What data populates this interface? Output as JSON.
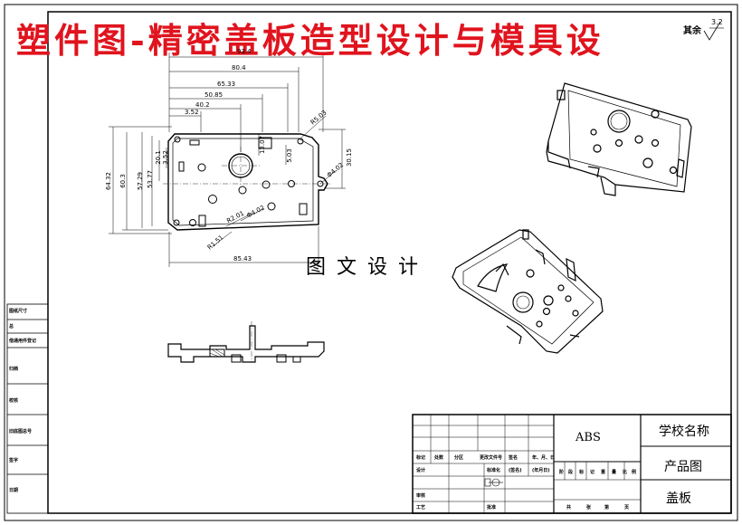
{
  "banner": {
    "title": "塑件图-精密盖板造型设计与模具设",
    "color": "#e0141e"
  },
  "watermark": "图文设计",
  "roughness": {
    "prefix": "其余",
    "value": "3.2"
  },
  "dimensions": {
    "top_overall": "93.4",
    "d80": "80.4",
    "d65": "65.33",
    "d50": "50.85",
    "d40": "40.2",
    "d3": "3.52",
    "left1": "64.32",
    "left2": "60.3",
    "left3": "57.29",
    "left4": "53.77",
    "left5": "20.1",
    "left6": "3.52",
    "h1": "13.07",
    "h2": "5.03",
    "r1": "R2.01",
    "hole": "Φ4.02",
    "r2": "R1.51",
    "right1": "30.15",
    "hole2": "Φ4.02",
    "r3": "R5.03",
    "bottom": "85.43"
  },
  "left_strip": [
    "图纸尺寸",
    "总",
    "借通用件登记",
    "归档",
    "校核",
    "旧底图总号",
    "签字",
    "日期"
  ],
  "title_block": {
    "material": "ABS",
    "school": "学校名称",
    "product_drawing": "产品图",
    "part_name": "盖板",
    "headers": [
      "标记",
      "处数",
      "分区",
      "更改文件号",
      "签名",
      "年、月、日"
    ],
    "design": "设计",
    "standardization": "标准化",
    "sign": "(签名)",
    "date": "(年月日)",
    "stage_headers": [
      "阶",
      "段",
      "标",
      "记",
      "重",
      "量",
      "比",
      "例"
    ],
    "review": "审核",
    "process": "工艺",
    "approve": "批准",
    "sheet": [
      "共",
      "张",
      "第",
      "页"
    ]
  }
}
